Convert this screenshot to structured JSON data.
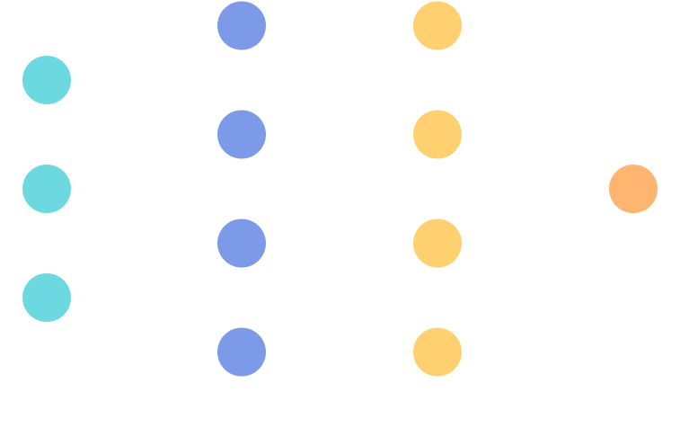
{
  "diagram": {
    "type": "neural-network",
    "layers": [
      {
        "role": "input",
        "nodes": 3,
        "color": "#6cd9e1"
      },
      {
        "role": "hidden",
        "nodes": 4,
        "color": "#7d9ae8"
      },
      {
        "role": "hidden",
        "nodes": 4,
        "color": "#ffd070"
      },
      {
        "role": "output",
        "nodes": 1,
        "color": "#ffb570"
      }
    ],
    "edges": "none"
  }
}
